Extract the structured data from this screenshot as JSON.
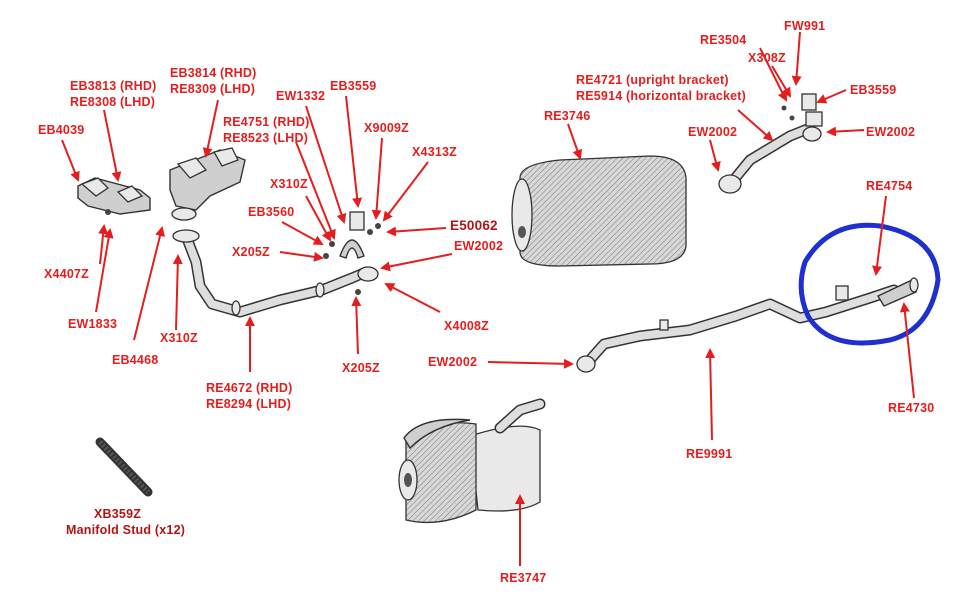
{
  "labels": {
    "eb4039": "EB4039",
    "eb3813": "EB3813 (RHD)",
    "re8308": "RE8308 (LHD)",
    "eb3814": "EB3814 (RHD)",
    "re8309": "RE8309 (LHD)",
    "re4751": "RE4751 (RHD)",
    "re8523": "RE8523 (LHD)",
    "ew1332": "EW1332",
    "eb3559_left": "EB3559",
    "x9009z": "X9009Z",
    "x4313z": "X4313Z",
    "x310z_top": "X310Z",
    "eb3560": "EB3560",
    "e50062": "E50062",
    "ew2002_mid": "EW2002",
    "x205z_left": "X205Z",
    "x4407z": "X4407Z",
    "ew1833": "EW1833",
    "x310z_bottom": "X310Z",
    "eb4468": "EB4468",
    "x4008z": "X4008Z",
    "x205z_bottom": "X205Z",
    "re4672": "RE4672 (RHD)",
    "re8294": "RE8294 (LHD)",
    "re4721": "RE4721 (upright bracket)",
    "re5914": "RE5914 (horizontal bracket)",
    "re3746": "RE3746",
    "re3504": "RE3504",
    "fw991": "FW991",
    "x308z": "X308Z",
    "eb3559_right": "EB3559",
    "ew2002_tl": "EW2002",
    "ew2002_tr": "EW2002",
    "re4754": "RE4754",
    "ew2002_low": "EW2002",
    "re4730": "RE4730",
    "re9991": "RE9991",
    "re3747": "RE3747",
    "xb359z": "XB359Z",
    "manifold_stud": "Manifold Stud (x12)"
  },
  "colors": {
    "label": "#e41e1e",
    "highlight": "#1f2fd0",
    "ink": "#333333"
  }
}
